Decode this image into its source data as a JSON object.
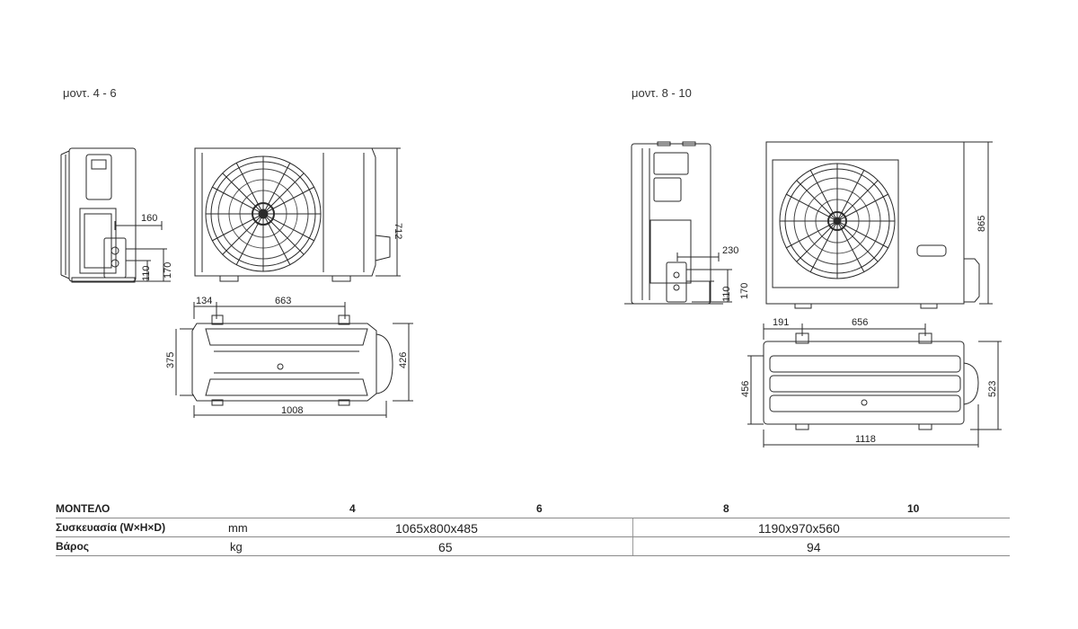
{
  "captions": {
    "left": "μοντ. 4 - 6",
    "right": "μοντ. 8 - 10"
  },
  "dims_left": {
    "d160": "160",
    "d110": "110",
    "d170": "170",
    "d712": "712",
    "d134": "134",
    "d663": "663",
    "d375": "375",
    "d426": "426",
    "d1008": "1008"
  },
  "dims_right": {
    "d230": "230",
    "d110": "110",
    "d170": "170",
    "d865": "865",
    "d191": "191",
    "d656": "656",
    "d456": "456",
    "d523": "523",
    "d1118": "1118"
  },
  "spec": {
    "header": {
      "label": "ΜΟΝΤΕΛΟ",
      "m4": "4",
      "m6": "6",
      "m8": "8",
      "m10": "10"
    },
    "packaging": {
      "label": "Συσκευασία (W×H×D)",
      "unit": "mm",
      "small": "1065x800x485",
      "large": "1190x970x560"
    },
    "weight": {
      "label": "Βάρος",
      "unit": "kg",
      "small": "65",
      "large": "94"
    }
  }
}
